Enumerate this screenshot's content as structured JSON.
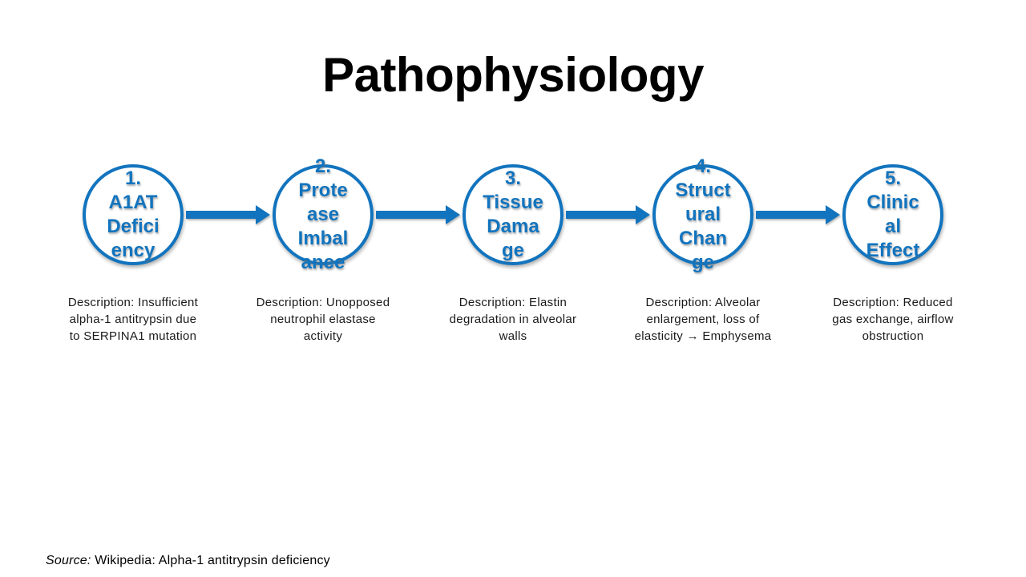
{
  "slide": {
    "title": "Pathophysiology"
  },
  "colors": {
    "accent": "#1274BE",
    "title": "#000000",
    "body_text": "#1a1a1a",
    "background": "#ffffff"
  },
  "steps": [
    {
      "label": "1.\nA1AT\nDefici\nency",
      "description": "Description: Insufficient\nalpha-1 antitrypsin due\nto SERPINA1 mutation"
    },
    {
      "label": "2.\nProte\nase\nImbal\nance",
      "description": "Description: Unopposed\nneutrophil elastase\nactivity"
    },
    {
      "label": "3.\nTissue\nDama\nge",
      "description": "Description: Elastin\ndegradation in alveolar\nwalls"
    },
    {
      "label": "4.\nStruct\nural\nChan\nge",
      "description": "Description: Alveolar\nenlargement, loss of\nelasticity → Emphysema"
    },
    {
      "label": "5.\nClinic\nal\nEffect",
      "description": "Description: Reduced\ngas exchange, airflow\nobstruction"
    }
  ],
  "source": {
    "label": "Source:",
    "text": " Wikipedia: Alpha-1 antitrypsin deficiency"
  }
}
